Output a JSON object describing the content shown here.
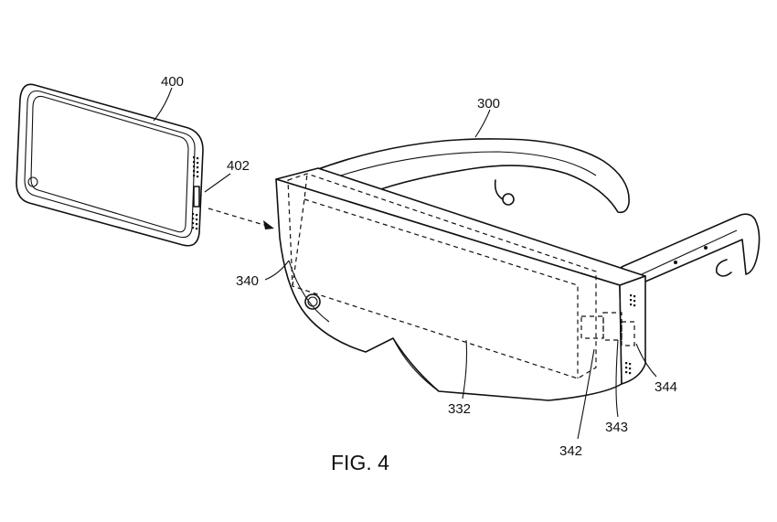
{
  "labels": {
    "phone": "400",
    "phone_connector": "402",
    "headset": "300",
    "frame": "340",
    "lens_area": "332",
    "part_342": "342",
    "part_343": "343",
    "part_344": "344"
  },
  "caption": "FIG. 4"
}
